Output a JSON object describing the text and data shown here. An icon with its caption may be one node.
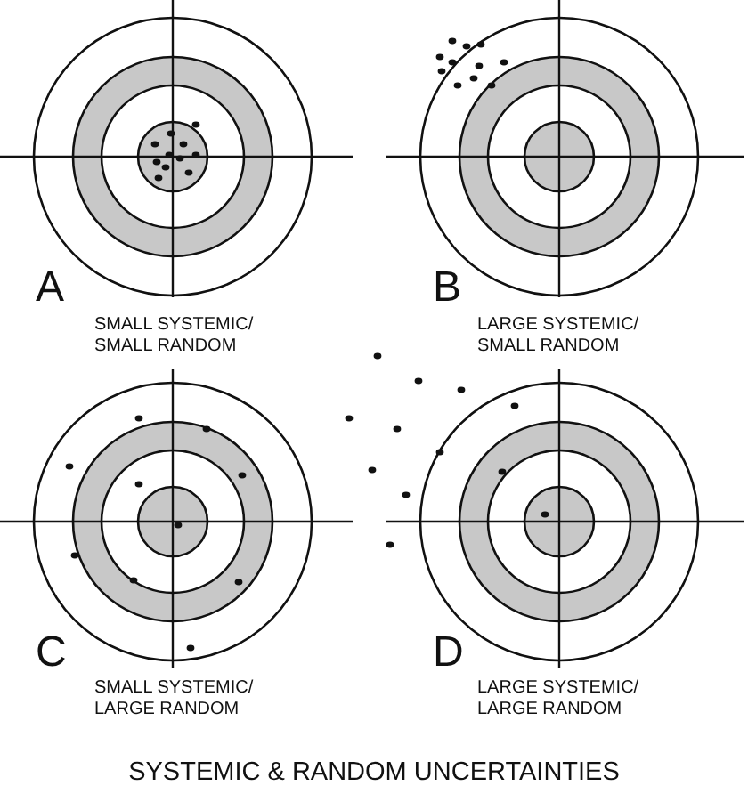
{
  "diagram": {
    "title": "SYSTEMIC & RANDOM UNCERTAINTIES",
    "labels": [
      "A",
      "SMALL SYSTEMIC/ SMALL RANDOM",
      "B",
      "LARGE SYSTEMIC/ SMALL RANDOM",
      "C",
      "SMALL SYSTEMIC/ LARGE RANDOM",
      "D",
      "LARGE SYSTEMIC/ LARGE RANDOM"
    ]
  }
}
